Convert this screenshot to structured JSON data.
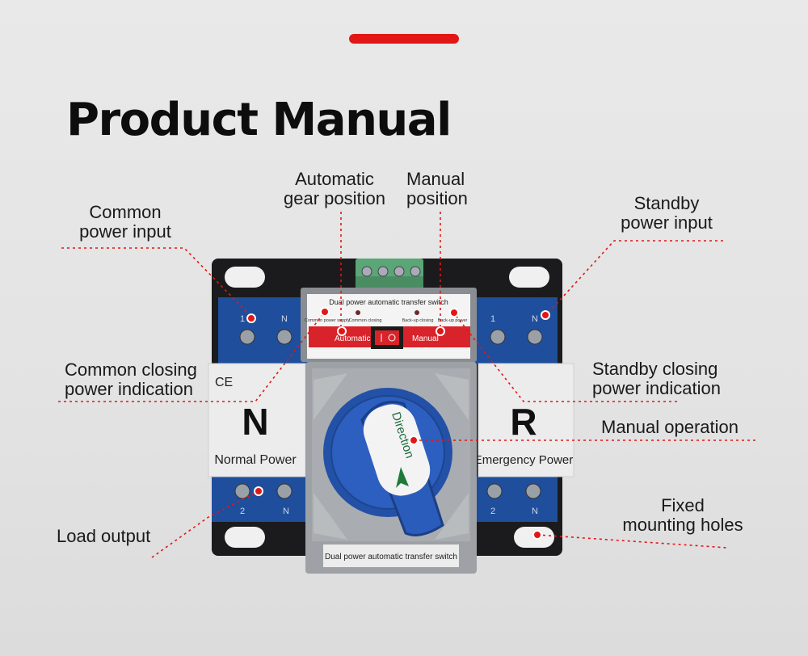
{
  "page": {
    "title": "Product Manual",
    "accent_color": "#e31616"
  },
  "labels": {
    "automatic_gear": [
      "Automatic",
      "gear position"
    ],
    "manual_position": [
      "Manual",
      "position"
    ],
    "common_power_input": [
      "Common",
      "power input"
    ],
    "standby_power_input": [
      "Standby",
      "power input"
    ],
    "common_closing": [
      "Common closing",
      "power indication"
    ],
    "standby_closing": [
      "Standby closing",
      "power indication"
    ],
    "manual_operation": "Manual operation",
    "load_output": "Load output",
    "fixed_holes": [
      "Fixed",
      "mounting holes"
    ]
  },
  "device": {
    "top_panel_title": "Dual power automatic transfer switch",
    "indicators": [
      "Common power supply",
      "Common closing",
      "Back-up closing",
      "Back-up power"
    ],
    "mode_automatic": "Automatic",
    "mode_manual": "Manual",
    "left_letter": "N",
    "left_caption": "Normal Power",
    "right_letter": "R",
    "right_caption": "Emergency Power",
    "ce_mark": "CE",
    "knob_text": "Direction",
    "bottom_plate": "Dual power automatic transfer switch",
    "terminal_labels": [
      "1",
      "N",
      "1",
      "N",
      "2",
      "N",
      "2",
      "N"
    ]
  }
}
